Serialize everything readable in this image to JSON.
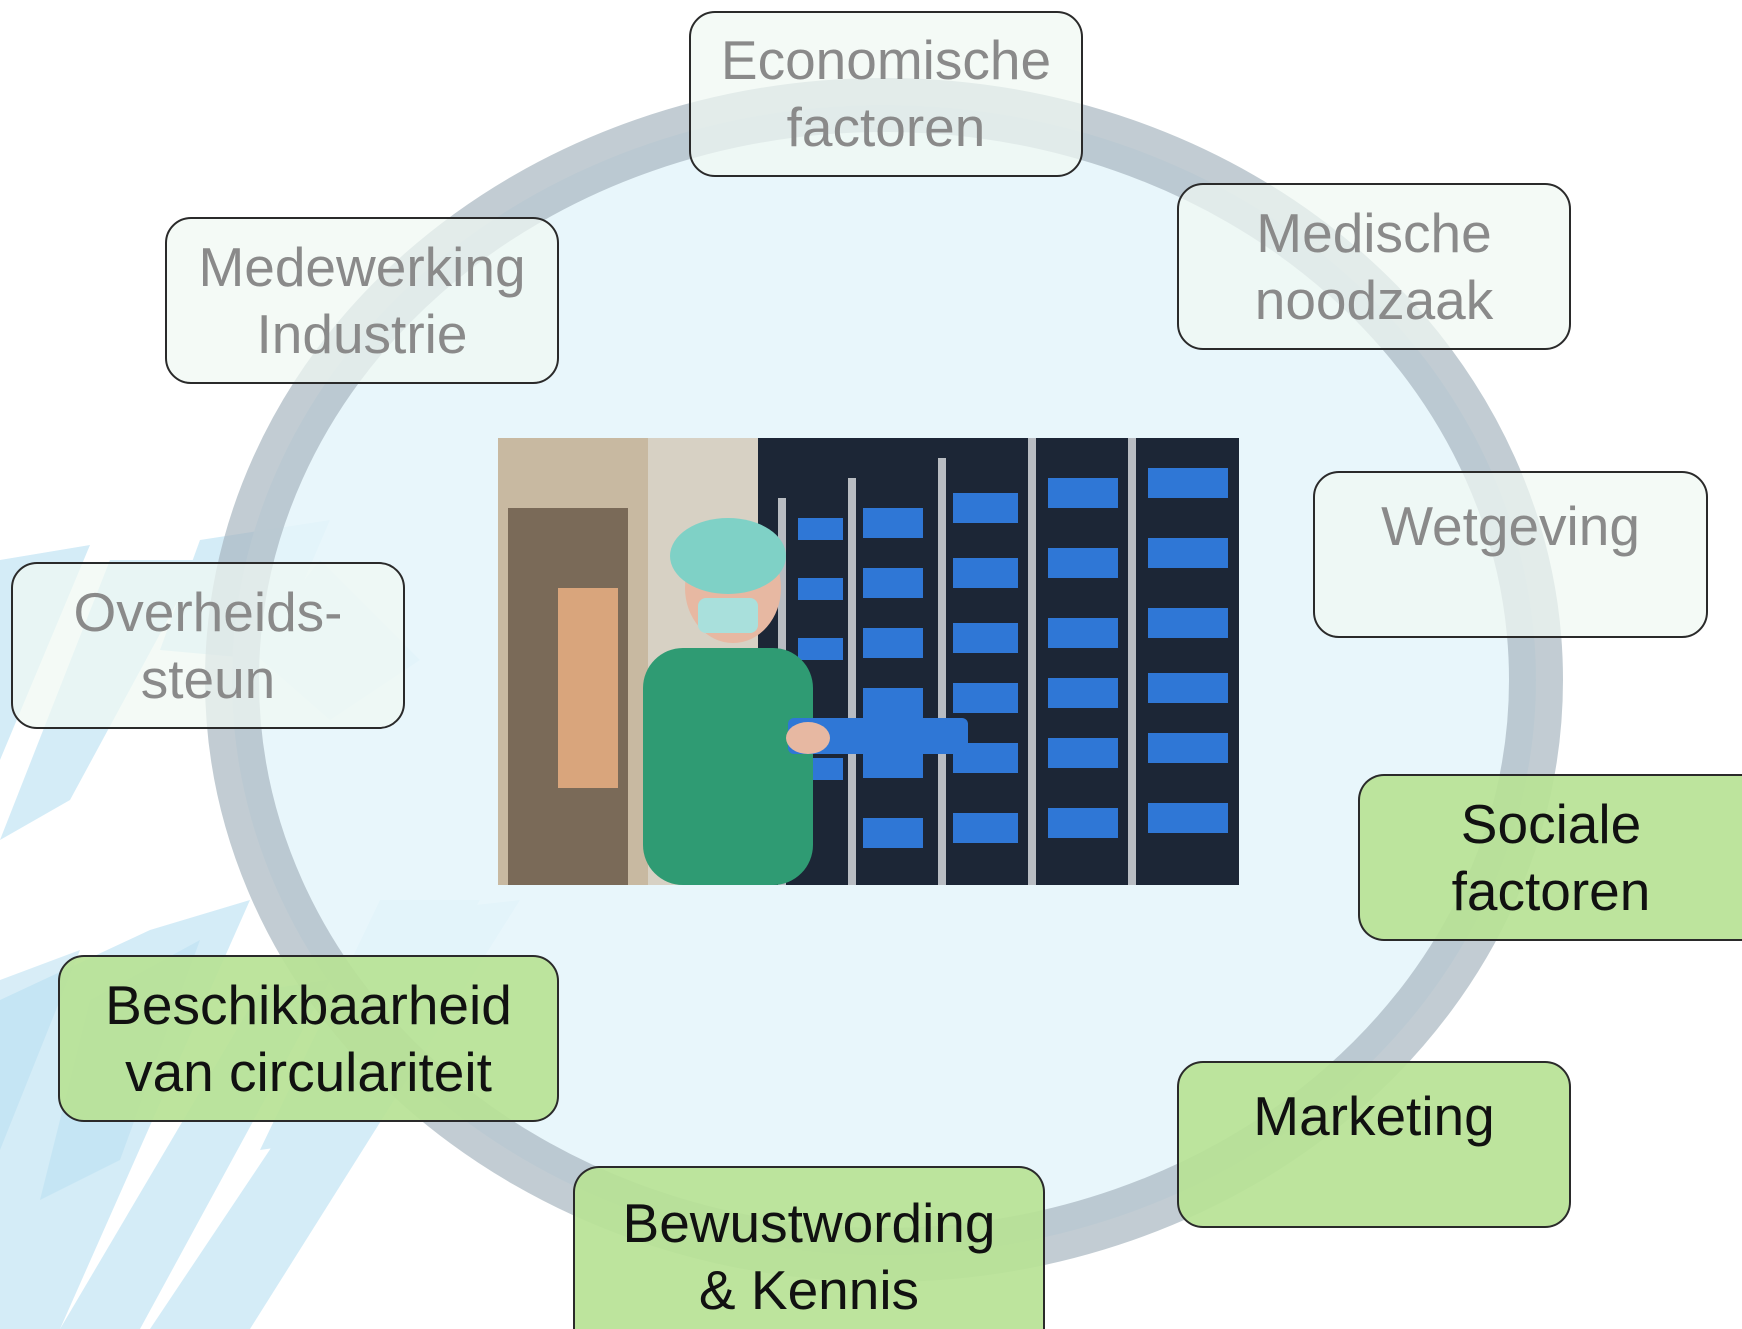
{
  "diagram": {
    "center_image": {
      "description": "Photo: nurse in green scrubs, cap and mask taking a blue sterile package from metal shelving",
      "icon": "photo-storage-room"
    },
    "colors": {
      "ring": "#a9b9c4",
      "ring_fill": "#e5f5fb",
      "muted_node_fill": "#eef7f1",
      "active_node_fill": "#b8e296",
      "muted_text": "#8a8a8a",
      "active_text": "#111111",
      "decoration": "#c9e8f5"
    },
    "nodes": {
      "economische": {
        "line1": "Economische",
        "line2": "factoren",
        "state": "muted"
      },
      "medische": {
        "line1": "Medische",
        "line2": "noodzaak",
        "state": "muted"
      },
      "wetgeving": {
        "line1": "Wetgeving",
        "state": "muted"
      },
      "sociale": {
        "line1": "Sociale",
        "line2": "factoren",
        "state": "active"
      },
      "marketing": {
        "line1": "Marketing",
        "state": "active"
      },
      "bewustwording": {
        "line1": "Bewustwording",
        "line2": "& Kennis",
        "state": "active"
      },
      "beschikbaarheid": {
        "line1": "Beschikbaarheid",
        "line2": "van circulariteit",
        "state": "active"
      },
      "overheidssteun": {
        "line1": "Overheids-",
        "line2": "steun",
        "state": "muted"
      },
      "medewerking": {
        "line1": "Medewerking",
        "line2": "Industrie",
        "state": "muted"
      }
    }
  }
}
